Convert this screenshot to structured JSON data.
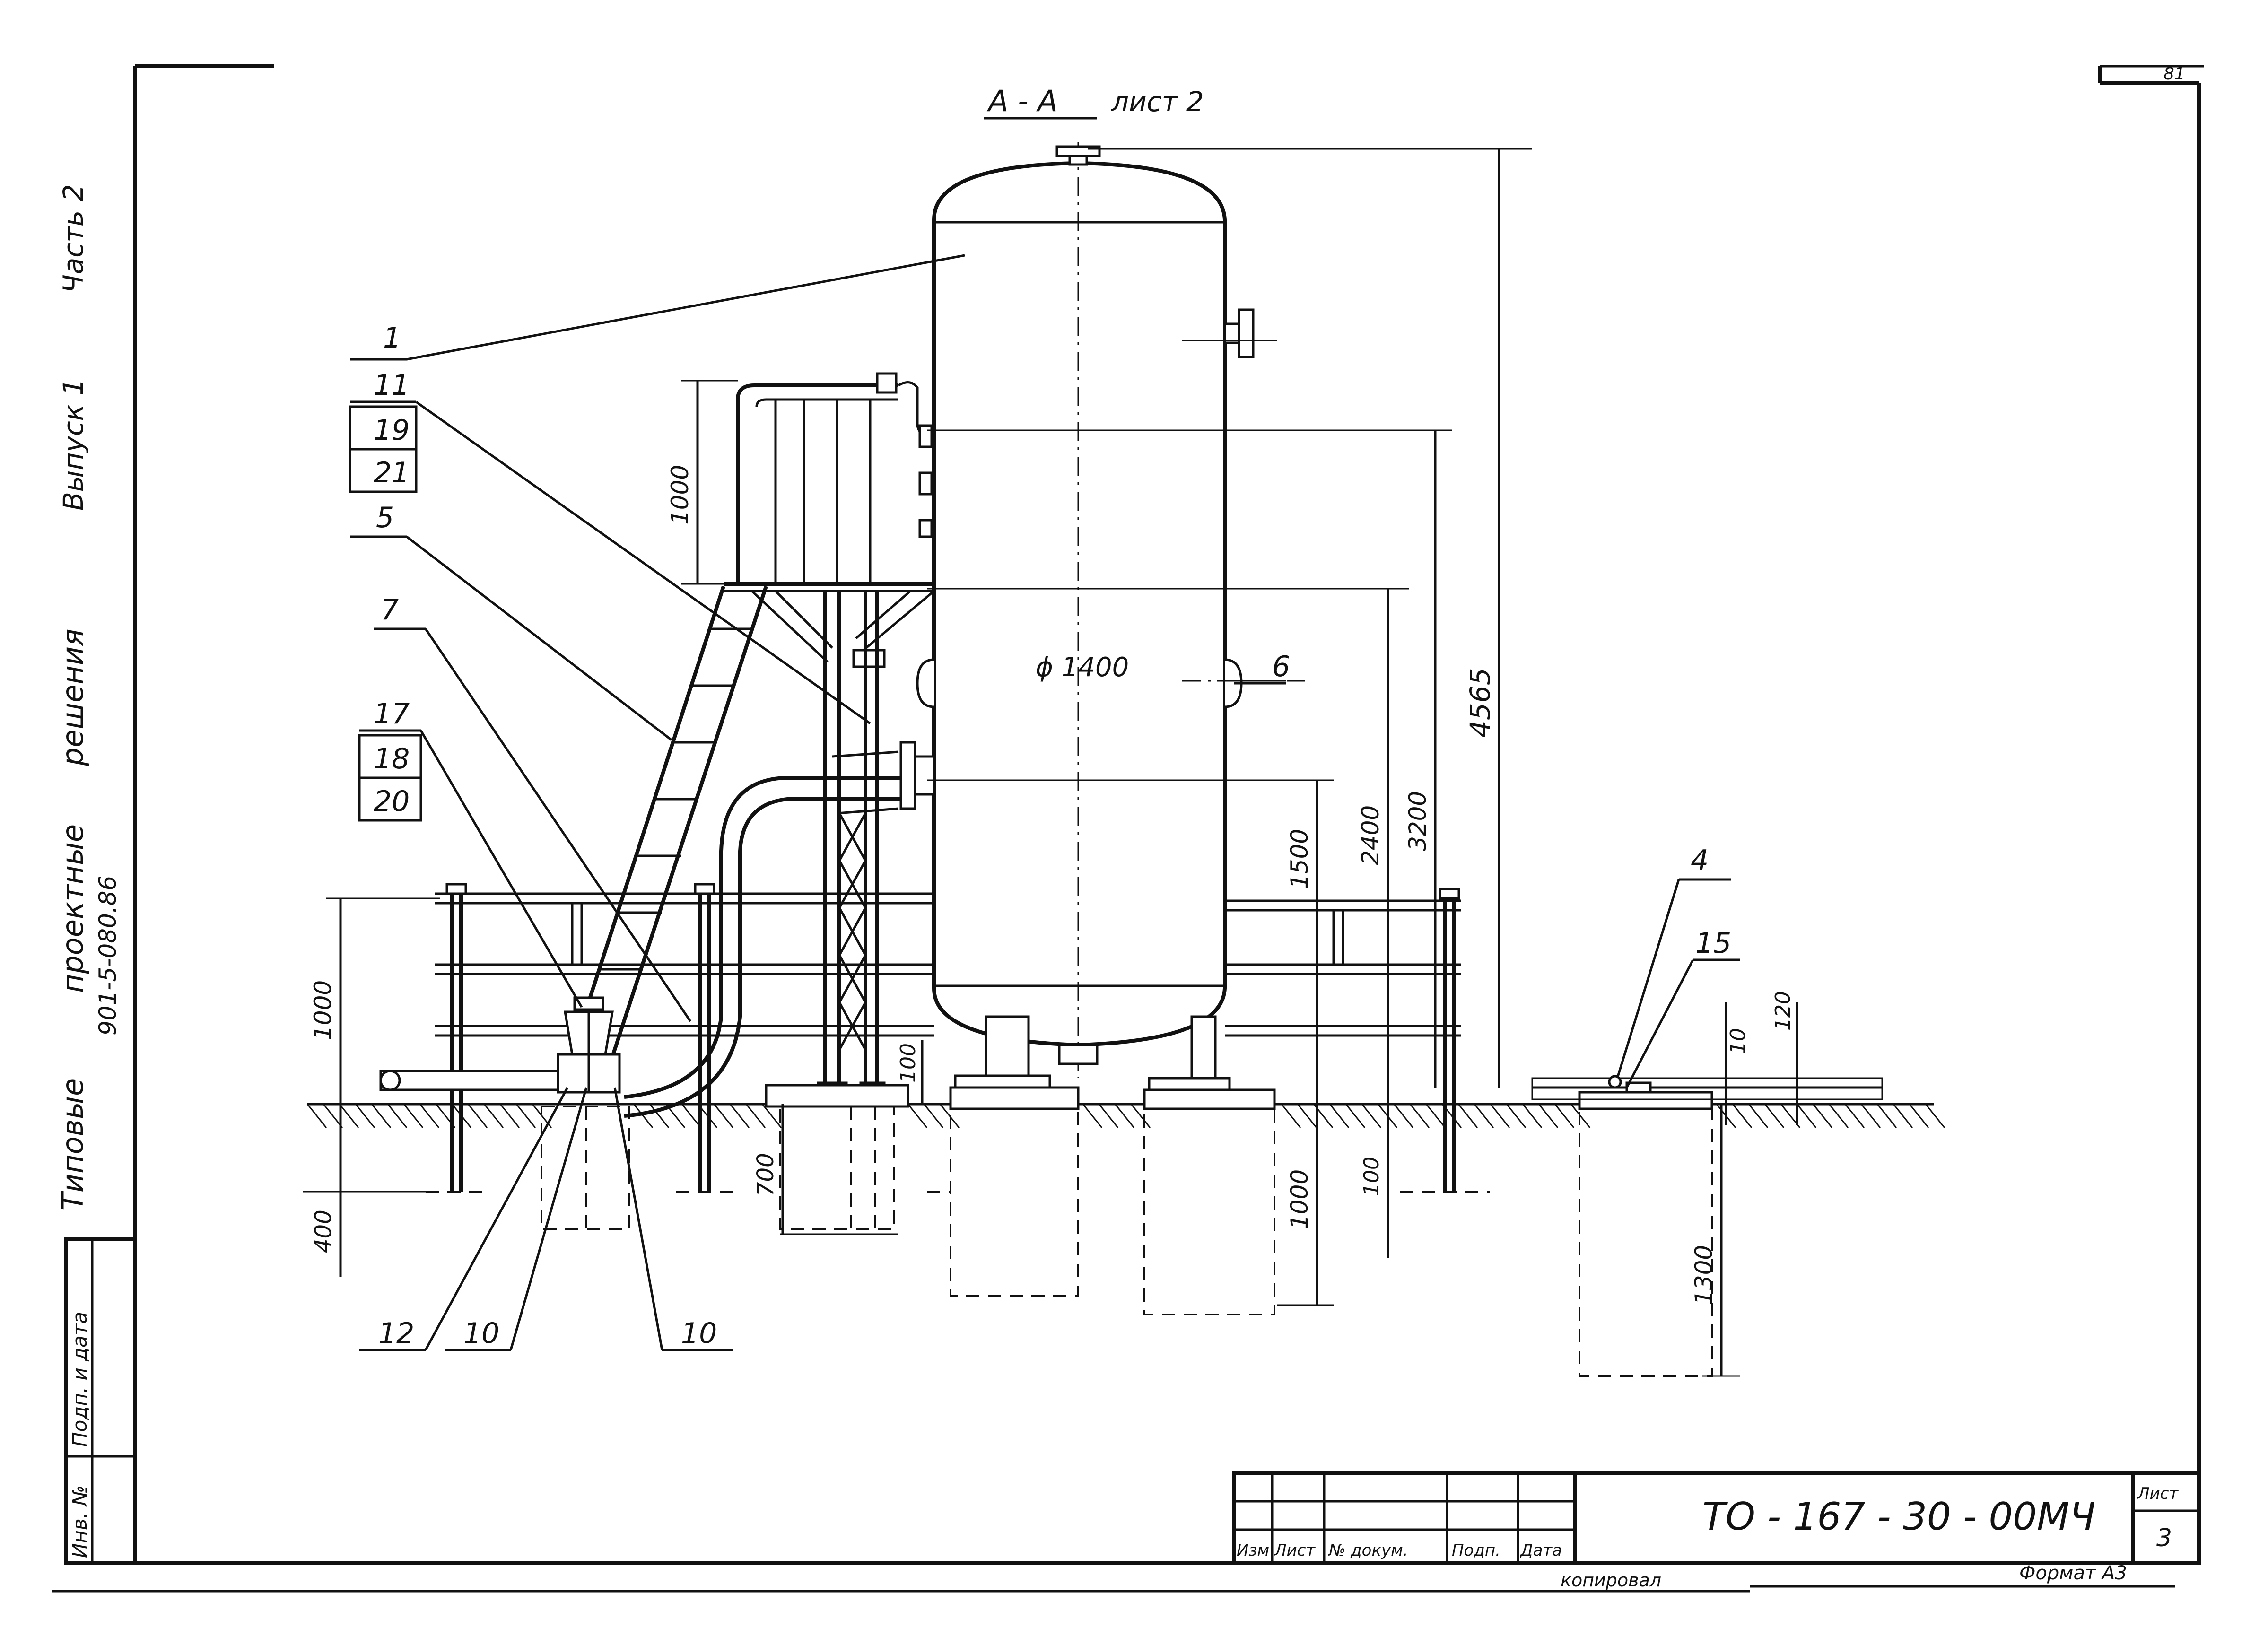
{
  "section_title": "А - А",
  "section_ref": "лист 2",
  "sheet_corner": "81",
  "side_labels": {
    "part": "Часть 2",
    "issue": "Выпуск 1",
    "decisions": "решения",
    "typical": "Типовые",
    "design": "проектные",
    "code": "901-5-080.86"
  },
  "left_box": {
    "sign_date": "Подп. и дата",
    "inv_no": "Инв. №"
  },
  "callouts": [
    "1",
    "11",
    "19",
    "21",
    "5",
    "7",
    "17",
    "18",
    "20",
    "12",
    "10",
    "10",
    "4",
    "15",
    "6"
  ],
  "dimensions": {
    "diameter": "ϕ 1400",
    "d4565": "4565",
    "d3200": "3200",
    "d2400": "2400",
    "d1500": "1500",
    "d1000_top": "1000",
    "d1000_rail": "1000",
    "d1000_found": "1000",
    "d400": "400",
    "d700": "700",
    "d100_a": "100",
    "d100_b": "100",
    "d10": "10",
    "d120": "120",
    "d1300": "1300"
  },
  "title_block": {
    "doc_code": "ТО - 167 - 30 - 00МЧ",
    "sheet_label": "Лист",
    "sheet_no": "3",
    "cols": [
      "Изм",
      "Лист",
      "№ докум.",
      "Подп.",
      "Дата"
    ],
    "copied": "копировал",
    "format": "Формат А3"
  }
}
